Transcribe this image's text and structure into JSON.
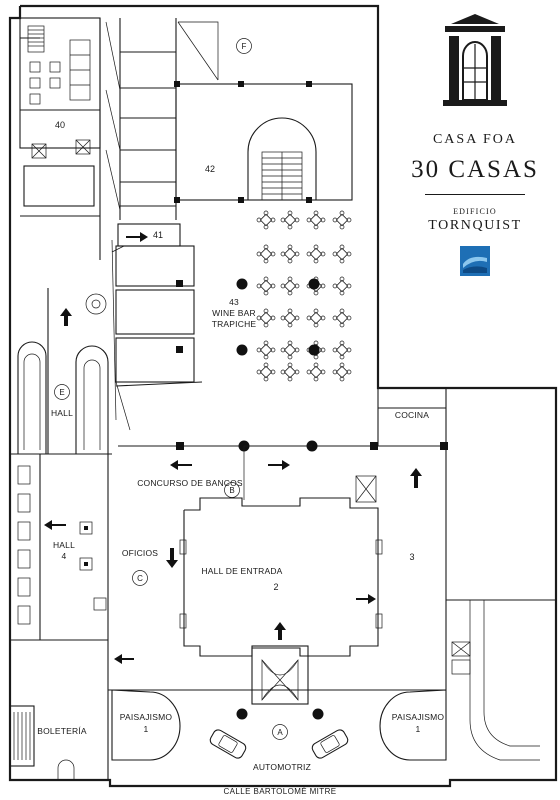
{
  "brand": {
    "casa_foa": "CASA FOA",
    "title": "30 CASAS",
    "edificio": "EDIFICIO",
    "tornquist": "TORNQUIST"
  },
  "street": "CALLE BARTOLOMÉ MITRE",
  "rooms": {
    "r40": "40",
    "r41": "41",
    "r42": "42",
    "r43_num": "43",
    "r43_line1": "WINE BAR",
    "r43_line2": "TRAPICHE",
    "cocina": "COCINA",
    "marker_f": "F",
    "marker_e": "E",
    "marker_b": "B",
    "marker_c": "C",
    "marker_a": "A",
    "hall_e": "HALL",
    "concurso": "CONCURSO DE BANCOS",
    "hall4_a": "HALL",
    "hall4_b": "4",
    "oficios": "OFICIOS",
    "hall_entrada": "HALL DE ENTRADA",
    "r2": "2",
    "r3": "3",
    "boleteria": "BOLETERÍA",
    "paisajismo_left": "PAISAJISMO",
    "paisajismo_left_num": "1",
    "paisajismo_right": "PAISAJISMO",
    "paisajismo_right_num": "1",
    "automotriz": "AUTOMOTRIZ"
  },
  "icons": {
    "logo": "building-facade-icon",
    "badge": "blue-square-emblem-icon",
    "arrow": "direction-arrow-icon",
    "table": "cafe-table-icon",
    "car": "car-icon"
  },
  "colors": {
    "ink": "#1a1a1a",
    "badge_blue": "#1e6fb5",
    "badge_light": "#8cc7ee"
  }
}
